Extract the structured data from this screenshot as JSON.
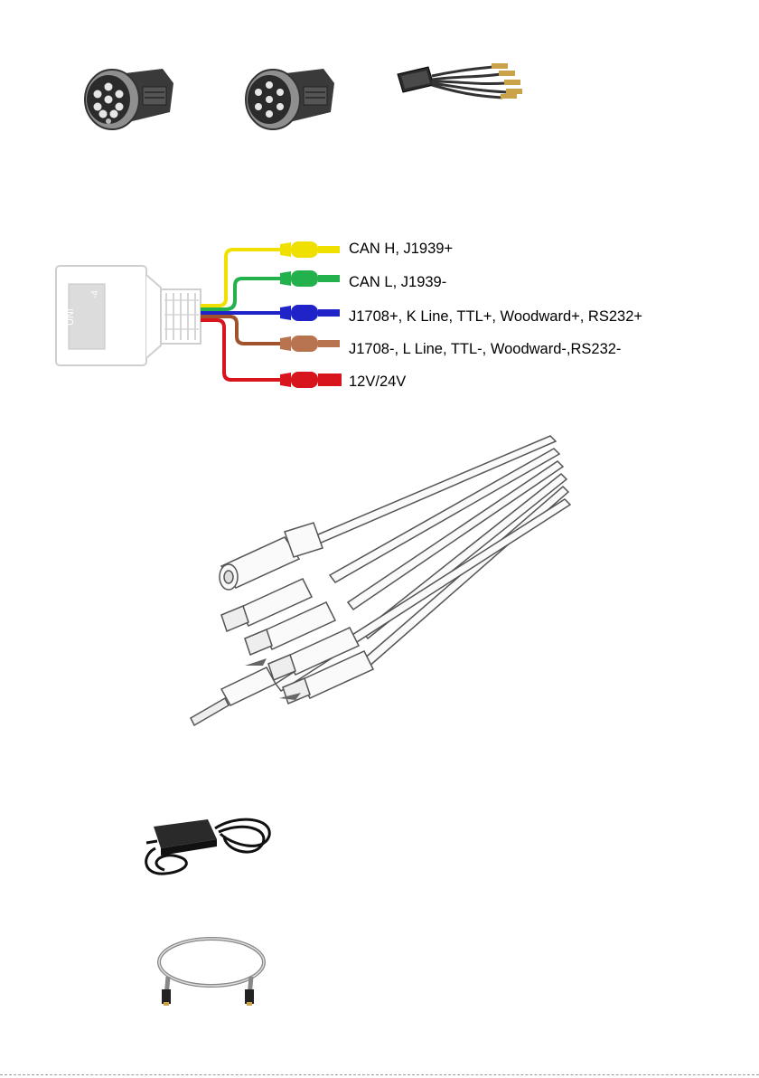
{
  "uni_cable": {
    "housing_text": "UNI",
    "housing_text_2": "-4",
    "wires": [
      {
        "label": "CAN H, J1939+",
        "color": "#f0e000"
      },
      {
        "label": "CAN L, J1939-",
        "color": "#22b14c"
      },
      {
        "label": "J1708+, K Line, TTL+, Woodward+, RS232+",
        "color": "#1f23c8"
      },
      {
        "label": "J1708-, L Line, TTL-, Woodward-,RS232-",
        "color": "#a0522d"
      },
      {
        "label": "12V/24V",
        "color": "#d8141c"
      }
    ]
  }
}
